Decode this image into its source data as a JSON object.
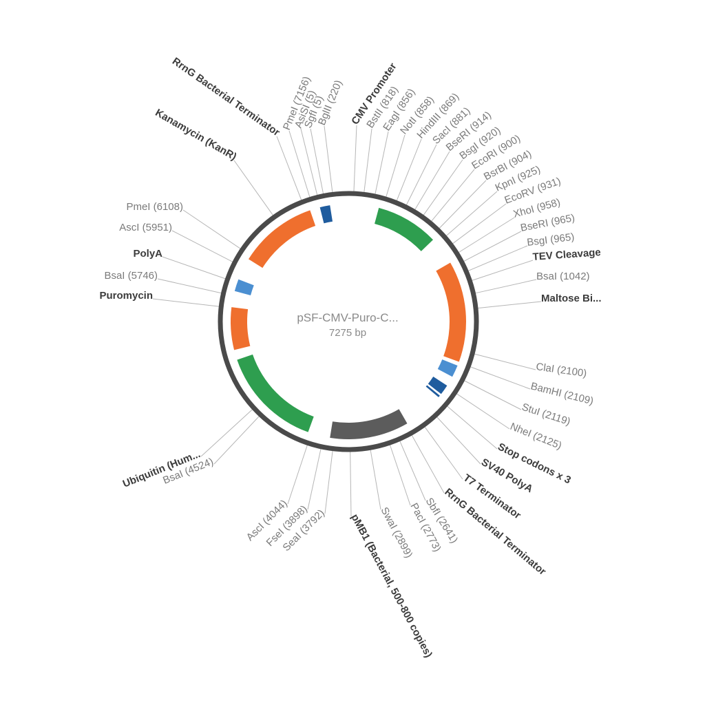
{
  "plasmid": {
    "name": "pSF-CMV-Puro-C...",
    "size_label": "7275 bp"
  },
  "colors": {
    "backbone": "#4a4a4a",
    "orange": "#ef6f2e",
    "green": "#2e9e4f",
    "blue": "#1f5c9e",
    "light_blue": "#4b8fd1",
    "gray": "#5c5c5c",
    "leader": "#b5b5b5"
  },
  "features": [
    {
      "name": "Kanamycin (KanR) arc",
      "color": "orange",
      "start": 302,
      "end": 341
    },
    {
      "name": "RrnG Bacterial Terminator box",
      "color": "blue",
      "start": 346,
      "end": 351
    },
    {
      "name": "CMV Promoter arc",
      "color": "green",
      "start": 15,
      "end": 46
    },
    {
      "name": "Maltose Binding arc",
      "color": "orange",
      "start": 60,
      "end": 110
    },
    {
      "name": "TEV/cleavage marker",
      "color": "light_blue",
      "start": 112,
      "end": 118
    },
    {
      "name": "SV40 PolyA box",
      "color": "blue",
      "start": 123,
      "end": 128
    },
    {
      "name": "T7 Terminator bar",
      "color": "blue",
      "start": 129,
      "end": 130
    },
    {
      "name": "pMB1 arc",
      "color": "gray",
      "start": 150,
      "end": 189
    },
    {
      "name": "Ubiquitin arc",
      "color": "green",
      "start": 200,
      "end": 251
    },
    {
      "name": "Puromycin arc",
      "color": "orange",
      "start": 256,
      "end": 277
    },
    {
      "name": "PolyA marker",
      "color": "light_blue",
      "start": 285,
      "end": 291
    }
  ],
  "labels": {
    "rrng_top": "RrnG Bacterial Terminator",
    "pmei_7156": "PmeI (7156)",
    "asisi_5": "AsiSI (5)",
    "sgfi_5": "SgfI (5)",
    "bglii_220": "BglII (220)",
    "cmv_promoter": "CMV Promoter",
    "bstii_818": "BstII (818)",
    "eagi_856": "EagI (856)",
    "noti_858": "NotI (858)",
    "hindiii_869": "HindIII (869)",
    "saci_881": "SacI (881)",
    "bseri_914": "BseRI (914)",
    "bsgi_920": "BsgI (920)",
    "ecori_900": "EcoRI (900)",
    "bsrbi_904": "BsrBI (904)",
    "kpni_925": "KpnI (925)",
    "ecorv_931": "EcoRV (931)",
    "xhoi_958": "XhoI (958)",
    "bseri_965": "BseRI (965)",
    "bsgi_965": "BsgI (965)",
    "tev_cleavage": "TEV Cleavage",
    "bsai_1042": "BsaI (1042)",
    "maltose": "Maltose Bi...",
    "clai_2100": "ClaI (2100)",
    "bamhi_2109": "BamHI (2109)",
    "stui_2119": "StuI (2119)",
    "nhei_2125": "NheI (2125)",
    "stop_codons": "Stop codons x 3",
    "sv40_polya": "SV40 PolyA",
    "t7_terminator": "T7 Terminator",
    "rrng_bottom": "RrnG Bacterial Terminator",
    "sbfi_2641": "SbfI (2641)",
    "paci_2773": "PacI (2773)",
    "swai_2899": "SwaI (2899)",
    "pmb1": "pMB1 (Bacterial, 500-800 copies)",
    "seai_3792": "SeaI (3792)",
    "fsei_3898": "FseI (3898)",
    "asci_4044": "AscI (4044)",
    "bsai_4524": "BsaI (4524)",
    "ubiquitin": "Ubiquitin (Hum...",
    "puromycin": "Puromycin",
    "bsai_5746": "BsaI (5746)",
    "polya": "PolyA",
    "asci_5951": "AscI (5951)",
    "pmei_6108": "PmeI (6108)",
    "kanamycin": "Kanamycin (KanR)"
  }
}
